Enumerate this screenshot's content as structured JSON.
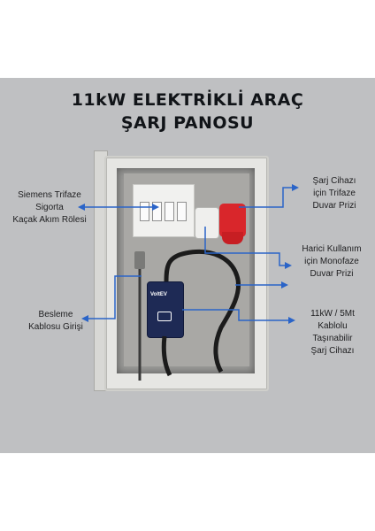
{
  "title": {
    "line1": "11kW ELEKTRİKLİ ARAÇ",
    "line2": "ŞARJ PANOSU"
  },
  "callouts": {
    "siemens": {
      "l1": "Siemens Trifaze",
      "l2": "Sigorta",
      "l3": "Kaçak Akım Rölesi"
    },
    "trifaze": {
      "l1": "Şarj Cihazı",
      "l2": "için Trifaze",
      "l3": "Duvar Prizi"
    },
    "monofaze": {
      "l1": "Harici Kullanım",
      "l2": "için Monofaze",
      "l3": "Duvar Prizi"
    },
    "besleme": {
      "l1": "Besleme",
      "l2": "Kablosu Girişi"
    },
    "charger": {
      "l1": "11kW / 5Mt",
      "l2": "Kablolu",
      "l3": "Taşınabilir",
      "l4": "Şarj Cihazı"
    }
  },
  "charger_label": "VoltEV",
  "colors": {
    "arrow": "#2a64c8",
    "background_panel": "#bfc0c2",
    "title": "#111418",
    "plug_red": "#d9262b",
    "charger_body": "#1e2a55"
  },
  "icons": {
    "arrow_head": "arrow-icon",
    "plug": "plug-icon",
    "charger": "ev-charger-icon"
  }
}
